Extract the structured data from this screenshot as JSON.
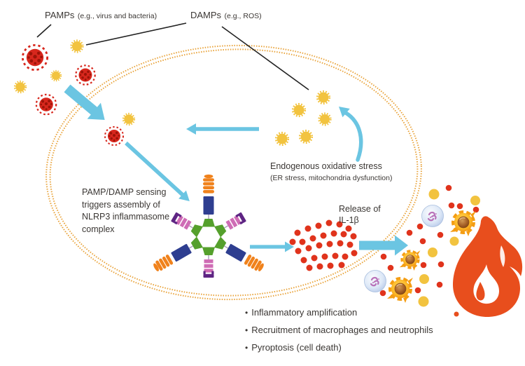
{
  "labels": {
    "pamps_main": "PAMPs",
    "pamps_sub": "(e.g., virus and bacteria)",
    "damps_main": "DAMPs",
    "damps_sub": "(e.g., ROS)",
    "oxidative_main": "Endogenous oxidative stress",
    "oxidative_sub": "(ER stress, mitochondria dysfunction)",
    "sensing_line1": "PAMP/DAMP sensing",
    "sensing_line2": "triggers assembly of",
    "sensing_line3": "NLRP3 inflammasome",
    "sensing_line4": "complex",
    "release_line1": "Release of",
    "release_line2": "IL-1β"
  },
  "bullet_char": "•",
  "bullets": [
    "Inflammatory amplification",
    "Recruitment of macrophages and neutrophils",
    "Pyroptosis (cell death)"
  ],
  "icons": {
    "virus": "red spiked virion with dark spots (PAMP)",
    "ros-particle": "yellow spiked particle (DAMP / ROS)",
    "cell-membrane": "orange double dotted ellipse (cell)",
    "inflammasome": "NLRP3 inflammasome wheel complex",
    "il1b-dot": "red dot (IL-1β cytokine)",
    "leukocyte": "pale blue neutrophil cell",
    "macrophage": "orange spiky macrophage cell",
    "flame": "inflammation flame",
    "arrow": "light blue process arrow",
    "pointer-line": "black annotation line"
  },
  "colors": {
    "arrow_blue": "#6bc5e2",
    "membrane_orange": "#e9a43c",
    "virus_red": "#d7271d",
    "virus_spot": "#9c1408",
    "damp_yellow": "#f2c33f",
    "il1b_red": "#e0331c",
    "flame_orange": "#e84e1d",
    "inflammasome_green": "#55a02c",
    "inflammasome_navy": "#2e3e90",
    "inflammasome_pink": "#cf6cb5",
    "inflammasome_purple": "#5e2483",
    "inflammasome_coil_orange": "#f0821c",
    "text": "#3b3734"
  }
}
